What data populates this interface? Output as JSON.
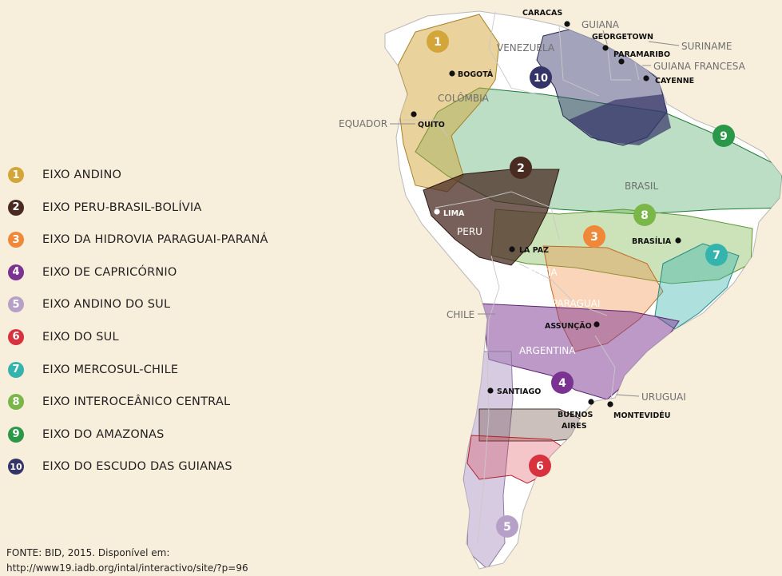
{
  "legend": {
    "items": [
      {
        "number": "1",
        "label": "EIXO ANDINO",
        "color": "#d4a63a"
      },
      {
        "number": "2",
        "label": "EIXO PERU-BRASIL-BOLÍVIA",
        "color": "#4a2b22"
      },
      {
        "number": "3",
        "label": "EIXO DA HIDROVIA PARAGUAI-PARANÁ",
        "color": "#f0883a"
      },
      {
        "number": "4",
        "label": "EIXO DE CAPRICÓRNIO",
        "color": "#7b3391"
      },
      {
        "number": "5",
        "label": "EIXO ANDINO DO SUL",
        "color": "#b7a0c8"
      },
      {
        "number": "6",
        "label": "EIXO DO SUL",
        "color": "#d8323f"
      },
      {
        "number": "7",
        "label": "EIXO MERCOSUL-CHILE",
        "color": "#35b3ad"
      },
      {
        "number": "8",
        "label": "EIXO INTEROCEÂNICO CENTRAL",
        "color": "#7ab648"
      },
      {
        "number": "9",
        "label": "EIXO DO AMAZONAS",
        "color": "#2a9848"
      },
      {
        "number": "10",
        "label": "EIXO DO ESCUDO DAS GUIANAS",
        "color": "#343468"
      }
    ]
  },
  "source": {
    "line1": "FONTE: BID, 2015. Disponível em:",
    "line2": "http://www19.iadb.org/intal/interactivo/site/?p=96"
  },
  "map": {
    "countries": {
      "venezuela": "VENEZUELA",
      "guiana": "GUIANA",
      "suriname": "SURINAME",
      "guiana_francesa": "GUIANA FRANCESA",
      "colombia": "COLÔMBIA",
      "equador": "EQUADOR",
      "brasil": "BRASIL",
      "peru": "PERU",
      "bolivia": "BOLÍVIA",
      "chile": "CHILE",
      "paraguai": "PARAGUAI",
      "argentina": "ARGENTINA",
      "uruguai": "URUGUAI"
    },
    "cities": {
      "caracas": "CARACAS",
      "georgetown": "GEORGETOWN",
      "paramaribo": "PARAMARIBO",
      "cayenne": "CAYENNE",
      "bogota": "BOGOTÁ",
      "quito": "QUITO",
      "lima": "LIMA",
      "la_paz": "LA PAZ",
      "brasilia": "BRASÍLIA",
      "assuncao": "ASSUNÇÃO",
      "santiago": "SANTIAGO",
      "buenos_aires_1": "BUENOS",
      "buenos_aires_2": "AIRES",
      "montevideu": "MONTEVIDÉU"
    },
    "axis_markers": {
      "m1": "1",
      "m2": "2",
      "m3": "3",
      "m4": "4",
      "m5": "5",
      "m6": "6",
      "m7": "7",
      "m8": "8",
      "m9": "9",
      "m10": "10"
    },
    "colors": {
      "background": "#f7eedc",
      "land": "#ffffff",
      "borders": "#c8c8c8"
    }
  }
}
